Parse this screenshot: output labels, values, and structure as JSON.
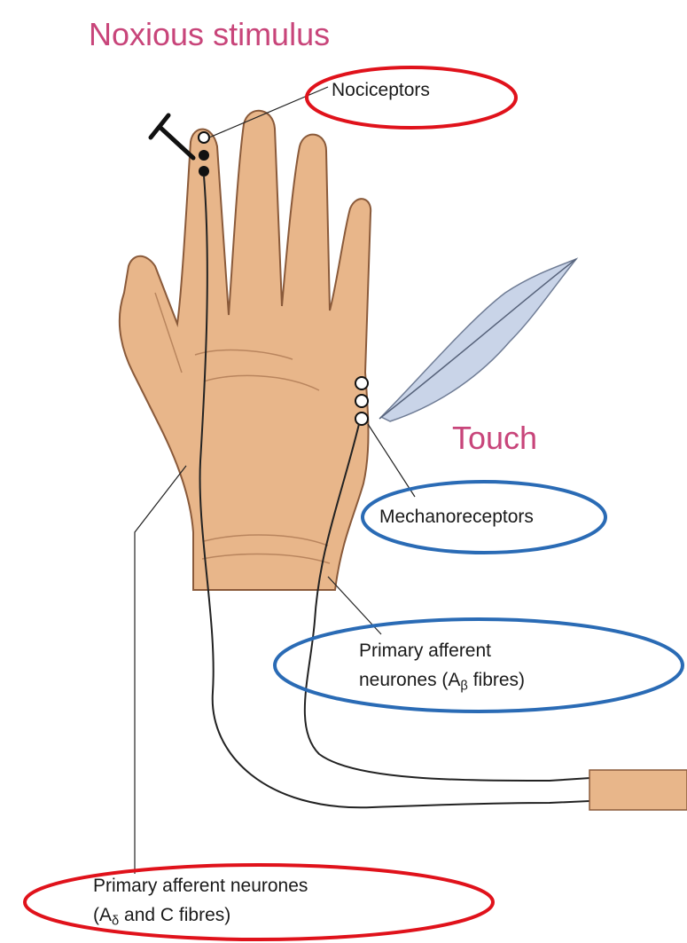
{
  "title": "Noxious stimulus",
  "touch_label": "Touch",
  "labels": {
    "nociceptors": "Nociceptors",
    "mechanoreceptors": "Mechanoreceptors",
    "ab_line1": "Primary afferent",
    "ab_line2_pre": "neurones (A",
    "ab_sub": "β",
    "ab_line2_post": " fibres)",
    "ad_line1": "Primary afferent neurones",
    "ad_line2_pre": "(A",
    "ad_sub": "δ",
    "ad_line2_post": " and C fibres)"
  },
  "colors": {
    "title_pink": "#c8457a",
    "skin": "#e8b68a",
    "skin_outline": "#8a5a3a",
    "highlight_red": "#e0121b",
    "highlight_blue": "#2a6bb5",
    "feather": "#c9d4e8"
  }
}
